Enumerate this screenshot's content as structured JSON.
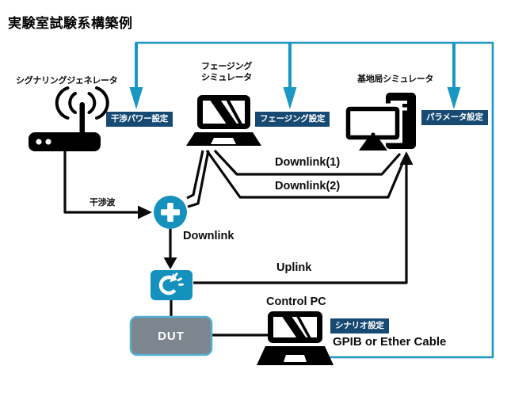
{
  "title": "実験室試験系構築例",
  "colors": {
    "accent_blue": "#1b97c4",
    "icon_teal": "#1591bd",
    "badge_navy": "#174a73",
    "dut_fill": "#7d868e",
    "dut_border": "#54aed2",
    "line_black": "#0a0a0a"
  },
  "devices": {
    "signaling_generator": {
      "label": "シグナリングジェネレータ",
      "icon": "wireless-router-icon"
    },
    "fading_simulator": {
      "label": "フェージング\nシミュレータ",
      "icon": "laptop-icon"
    },
    "base_station_simulator": {
      "label": "基地局シミュレータ",
      "icon": "desktop-pc-icon"
    },
    "control_pc": {
      "label": "Control PC",
      "icon": "laptop-icon"
    },
    "dut": {
      "label": "DUT"
    },
    "combiner": {
      "icon": "plus-combiner-icon"
    },
    "splitter": {
      "icon": "circular-arrow-icon"
    }
  },
  "settings_badges": {
    "interference_power": {
      "label": "干渉パワー設定"
    },
    "fading": {
      "label": "フェージング設定"
    },
    "parameter": {
      "label": "パラメータ設定"
    },
    "scenario": {
      "label": "シナリオ設定"
    }
  },
  "links": {
    "interference_wave": {
      "label": "干渉波"
    },
    "downlink1": {
      "label": "Downlink(1)"
    },
    "downlink2": {
      "label": "Downlink(2)"
    },
    "downlink": {
      "label": "Downlink"
    },
    "uplink": {
      "label": "Uplink"
    },
    "control_cable": {
      "label": "GPIB or Ether Cable"
    }
  }
}
